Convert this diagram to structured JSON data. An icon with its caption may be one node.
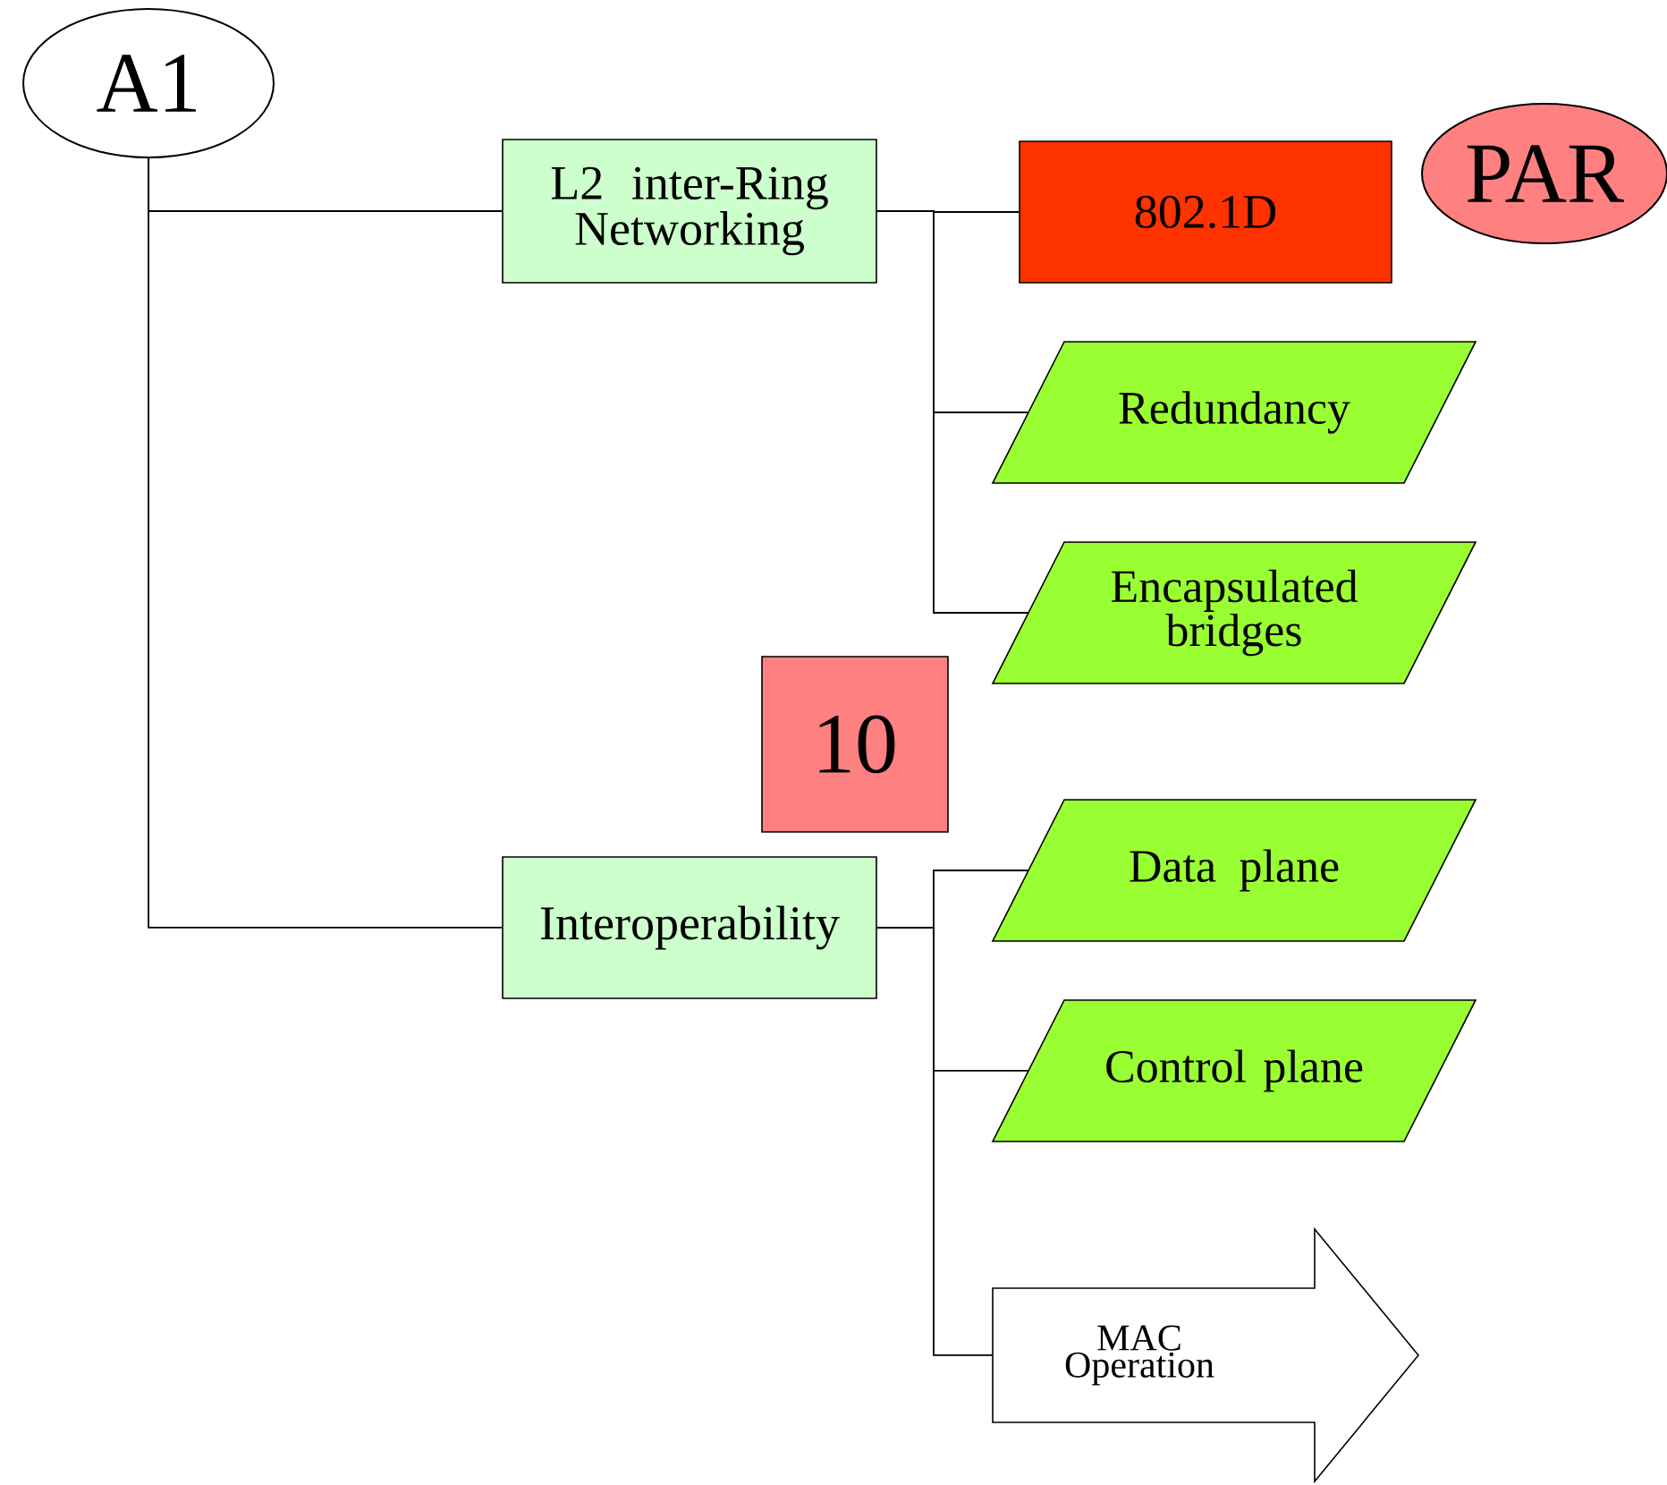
{
  "diagram": {
    "nodes": [
      {
        "text": [
          "A1"
        ]
      },
      {
        "text": [
          "L2 inter-Ring Networking"
        ]
      },
      {
        "text": [
          "802.1D"
        ]
      },
      {
        "text": [
          "PAR"
        ]
      },
      {
        "text": [
          "Redundancy"
        ]
      },
      {
        "text": [
          "Encapsulated bridges"
        ]
      },
      {
        "text": [
          "10"
        ]
      },
      {
        "text": [
          "Interoperability"
        ]
      },
      {
        "text": [
          "Data plane"
        ]
      },
      {
        "text": [
          "Control plane"
        ]
      },
      {
        "text": [
          "MAC Operation"
        ]
      }
    ],
    "edges": [
      {
        "from": 0,
        "to": 1,
        "arrow": "none"
      },
      {
        "from": 0,
        "to": 7,
        "arrow": "none"
      },
      {
        "from": 1,
        "to": 2,
        "arrow": "none"
      },
      {
        "from": 1,
        "to": 4,
        "arrow": "none"
      },
      {
        "from": 1,
        "to": 5,
        "arrow": "none"
      },
      {
        "from": 7,
        "to": 8,
        "arrow": "none"
      },
      {
        "from": 7,
        "to": 9,
        "arrow": "none"
      },
      {
        "from": 7,
        "to": 10,
        "arrow": "none"
      }
    ]
  }
}
